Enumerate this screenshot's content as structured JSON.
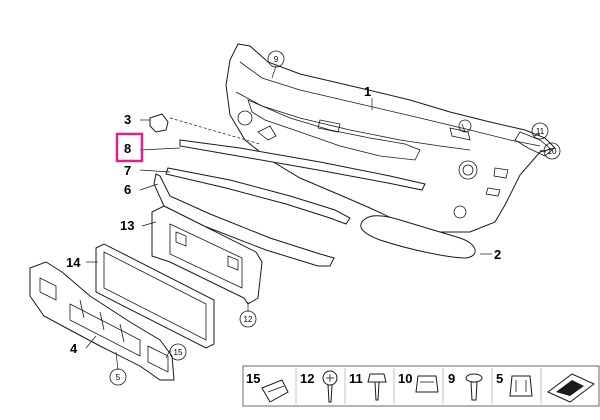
{
  "labels": {
    "p1": "1",
    "p2": "2",
    "p3": "3",
    "p4": "4",
    "p5": "5",
    "p6": "6",
    "p7": "7",
    "p8": "8",
    "p9": "9",
    "p10": "10",
    "p11": "11",
    "p12": "12",
    "p13": "13",
    "p14": "14",
    "p15": "15"
  },
  "hardware_strip": [
    {
      "label": "15"
    },
    {
      "label": "12"
    },
    {
      "label": "11"
    },
    {
      "label": "10"
    },
    {
      "label": "9"
    },
    {
      "label": "5"
    }
  ],
  "highlight": {
    "part": "8",
    "color": "#e0218a"
  }
}
